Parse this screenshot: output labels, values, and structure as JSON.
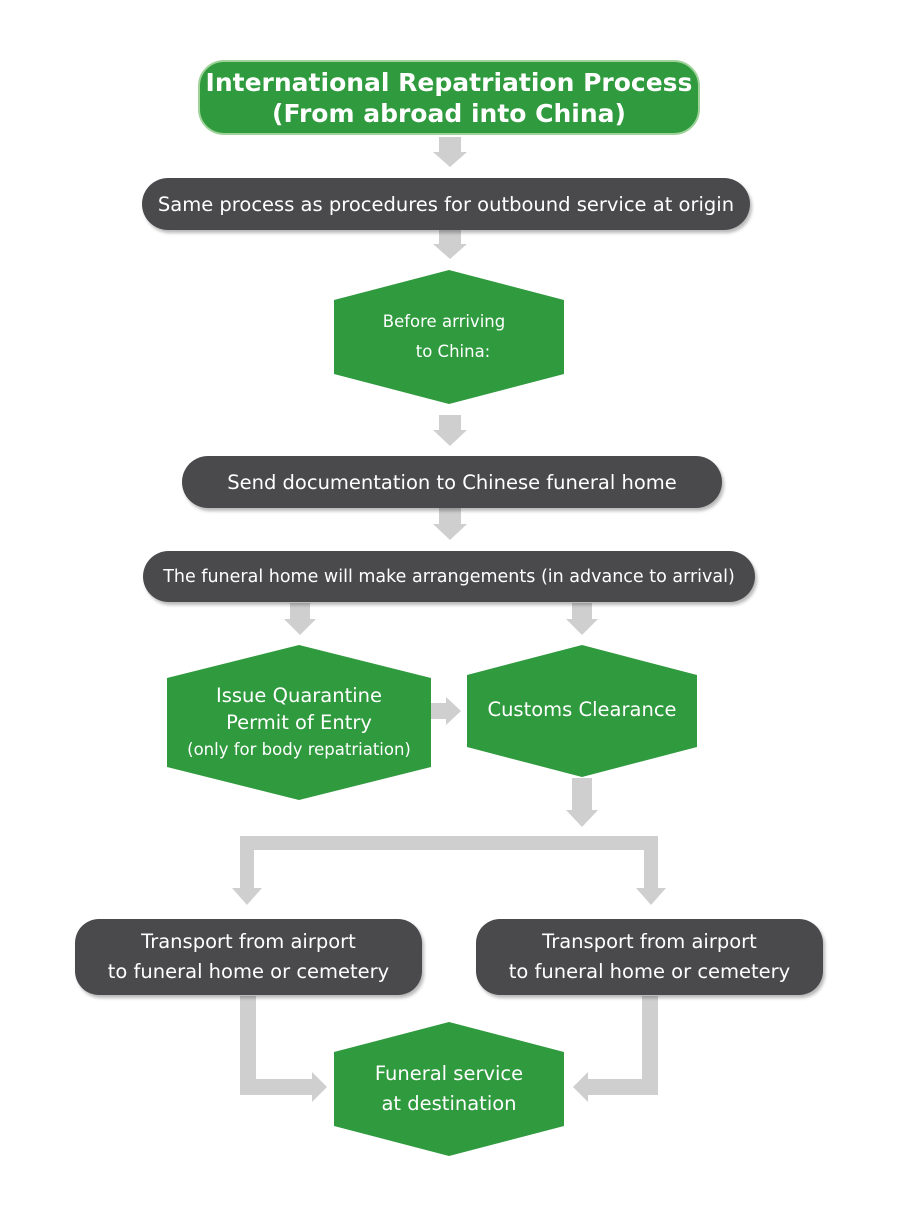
{
  "title": {
    "line1": "International Repatriation Process",
    "line2": "(From abroad into China)"
  },
  "steps": {
    "origin": "Same process as procedures for outbound service at origin",
    "before_line1": "Before arriving",
    "before_line2": "to China:",
    "send_docs": "Send documentation to Chinese funeral home",
    "arrangements": "The funeral home will make arrangements (in advance to arrival)",
    "quarantine_line1": "Issue Quarantine",
    "quarantine_line2": "Permit of Entry",
    "quarantine_line3": "(only for body repatriation)",
    "customs": "Customs Clearance",
    "transport_left_line1": "Transport from airport",
    "transport_left_line2": "to funeral home or cemetery",
    "transport_right_line1": "Transport from airport",
    "transport_right_line2": "to funeral home or cemetery",
    "funeral_line1": "Funeral service",
    "funeral_line2": "at destination"
  },
  "colors": {
    "green": "#2f9a3e",
    "dark_gray": "#4a4a4d",
    "arrow_gray": "#cfcfcf",
    "text": "#ffffff"
  }
}
